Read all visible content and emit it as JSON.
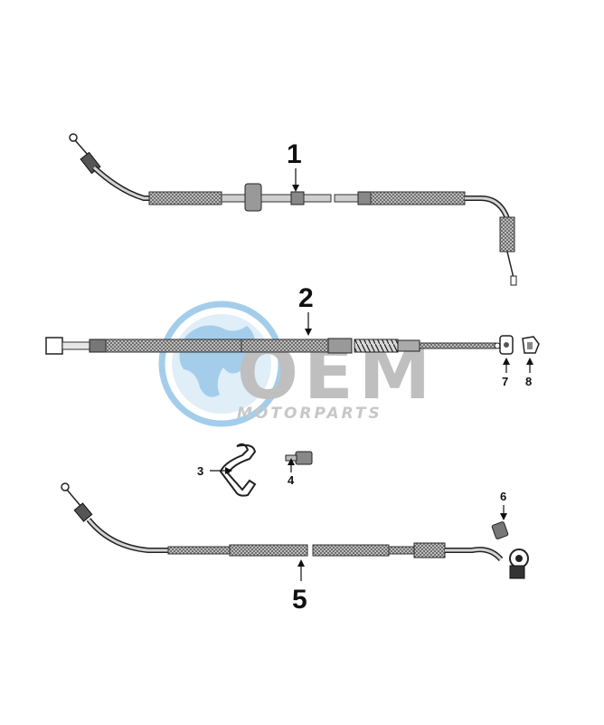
{
  "watermark": {
    "brand": "OEM",
    "subtitle": "MOTORPARTS",
    "globe_color": "#5aa6dc",
    "text_color": "#8c8c8c"
  },
  "callouts": [
    {
      "id": "1",
      "label": "1"
    },
    {
      "id": "2",
      "label": "2"
    },
    {
      "id": "3",
      "label": "3"
    },
    {
      "id": "4",
      "label": "4"
    },
    {
      "id": "5",
      "label": "5"
    },
    {
      "id": "6",
      "label": "6"
    },
    {
      "id": "7",
      "label": "7"
    },
    {
      "id": "8",
      "label": "8"
    }
  ]
}
